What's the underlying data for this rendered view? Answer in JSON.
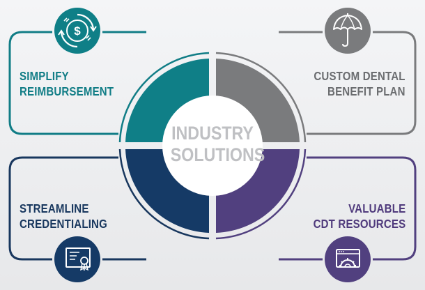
{
  "center": {
    "line1": "INDUSTRY",
    "line2": "SOLUTIONS"
  },
  "quadrants": [
    {
      "position": "top-left",
      "line1": "SIMPLIFY",
      "line2": "REIMBURSEMENT",
      "color": "#0f7f87",
      "icon": "dollar-cycle-icon"
    },
    {
      "position": "top-right",
      "line1": "CUSTOM DENTAL",
      "line2": "BENEFIT PLAN",
      "color": "#7a7b7d",
      "icon": "umbrella-icon"
    },
    {
      "position": "bottom-left",
      "line1": "STREAMLINE",
      "line2": "CREDENTIALING",
      "color": "#153a66",
      "icon": "certificate-icon"
    },
    {
      "position": "bottom-right",
      "line1": "VALUABLE",
      "line2": "CDT RESOURCES",
      "color": "#51407f",
      "icon": "browser-gear-icon"
    }
  ]
}
